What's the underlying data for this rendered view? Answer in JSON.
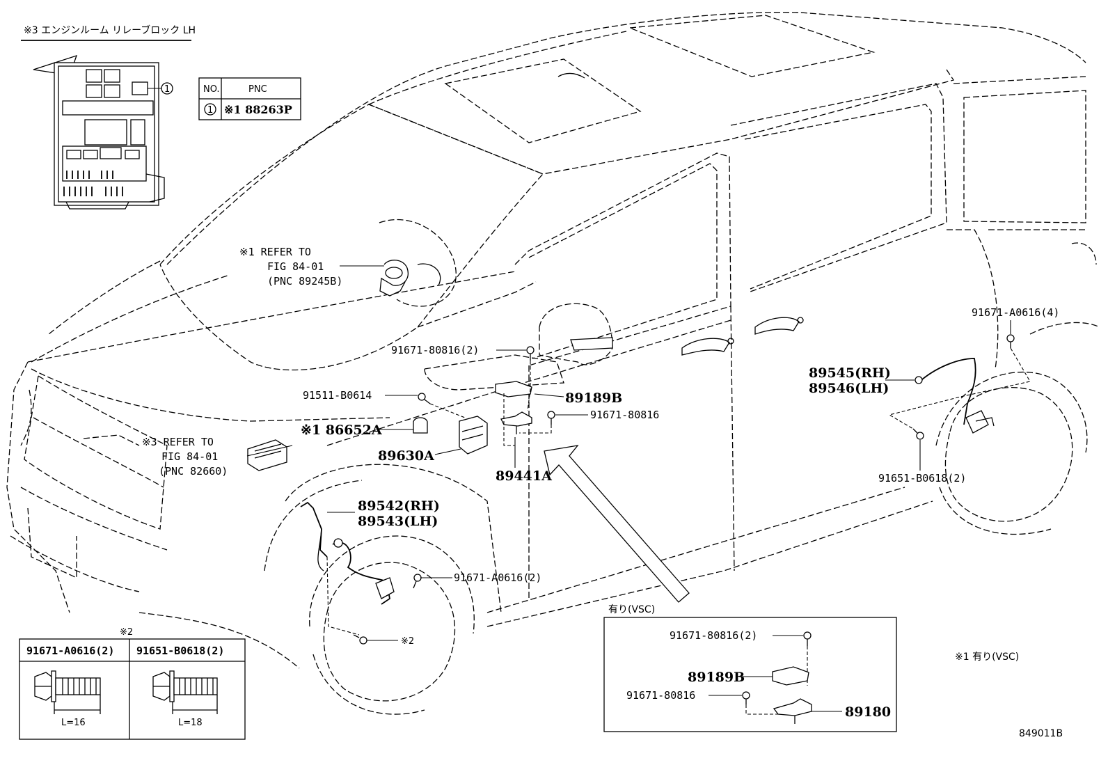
{
  "relay_block": {
    "title": "※3 エンジンルーム リレーブロック LH",
    "callout": "1"
  },
  "pnc_table": {
    "headers": [
      "NO.",
      "PNC"
    ],
    "rows": [
      {
        "no": "1",
        "pnc": "※1 88263P"
      }
    ]
  },
  "labels": {
    "refer1_l1": "※1 REFER TO",
    "refer1_l2": "FIG 84-01",
    "refer1_l3": "(PNC 89245B)",
    "refer3_l1": "※3 REFER TO",
    "refer3_l2": "FIG 84-01",
    "refer3_l3": "(PNC 82660)",
    "p_91671_80816_2": "91671-80816(2)",
    "p_91511_b0614": "91511-B0614",
    "p_86652a": "※1 86652A",
    "p_89630a": "89630A",
    "p_89189b": "89189B",
    "p_91671_80816": "91671-80816",
    "p_89441a": "89441A",
    "p_89542": "89542(RH)",
    "p_89543": "89543(LH)",
    "p_91671_a0616_2": "91671-A0616(2)",
    "p_note2": "※2",
    "p_91671_a0616_4": "91671-A0616(4)",
    "p_89545": "89545(RH)",
    "p_89546": "89546(LH)",
    "p_91651_b0618_2": "91651-B0618(2)"
  },
  "bolt_table": {
    "note": "※2",
    "cols": [
      {
        "part": "91671-A0616(2)",
        "length": "L=16"
      },
      {
        "part": "91651-B0618(2)",
        "length": "L=18"
      }
    ]
  },
  "vsc_box": {
    "title": "有り(VSC)",
    "p1": "91671-80816(2)",
    "p2": "89189B",
    "p3": "91671-80816",
    "p4": "89180"
  },
  "footnote": "※1 有り(VSC)",
  "diagram_id": "849011B"
}
